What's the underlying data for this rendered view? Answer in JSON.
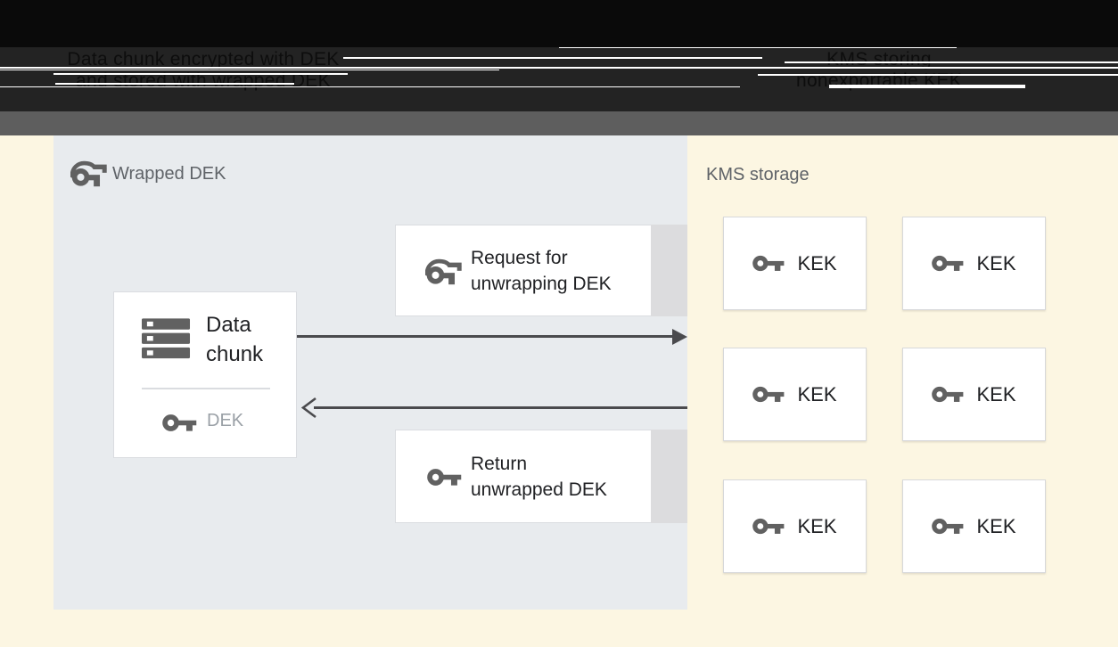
{
  "header": {
    "left_caption": {
      "line1": "Data chunk encrypted with DEK",
      "line2": "and stored with wrapped DEK"
    },
    "right_caption": {
      "line1": "KMS storing",
      "line2": "nonexportable KEK"
    }
  },
  "wrapped_dek_panel": {
    "title": "Wrapped DEK",
    "data_chunk": {
      "label": "Data chunk",
      "key_label": "DEK"
    },
    "request_box": {
      "line1": "Request for",
      "line2": "unwrapping DEK"
    },
    "return_box": {
      "line1": "Return",
      "line2": "unwrapped DEK"
    }
  },
  "kms_panel": {
    "title": "KMS storage",
    "kek_boxes": [
      {
        "label": "KEK"
      },
      {
        "label": "KEK"
      },
      {
        "label": "KEK"
      },
      {
        "label": "KEK"
      },
      {
        "label": "KEK"
      },
      {
        "label": "KEK"
      }
    ]
  },
  "icons": {
    "wrapped_key": "wrapped-key-icon",
    "plain_key": "key-icon",
    "data_chunk": "server-stack-icon"
  },
  "colors": {
    "background_cream": "#fcf6e2",
    "panel_blue_gray": "#e8ebee",
    "band_black": "#0a0a0a",
    "band_charcoal": "#232323",
    "band_gray": "#5e5e5e",
    "card_white": "#ffffff",
    "card_border": "#dadce0",
    "card_shadow_strip": "#dcdcde",
    "icon_gray": "#616161",
    "text_dark": "#202124",
    "text_muted": "#5f6368",
    "text_light": "#9aa0a6",
    "arrow": "#4a4a4d"
  }
}
